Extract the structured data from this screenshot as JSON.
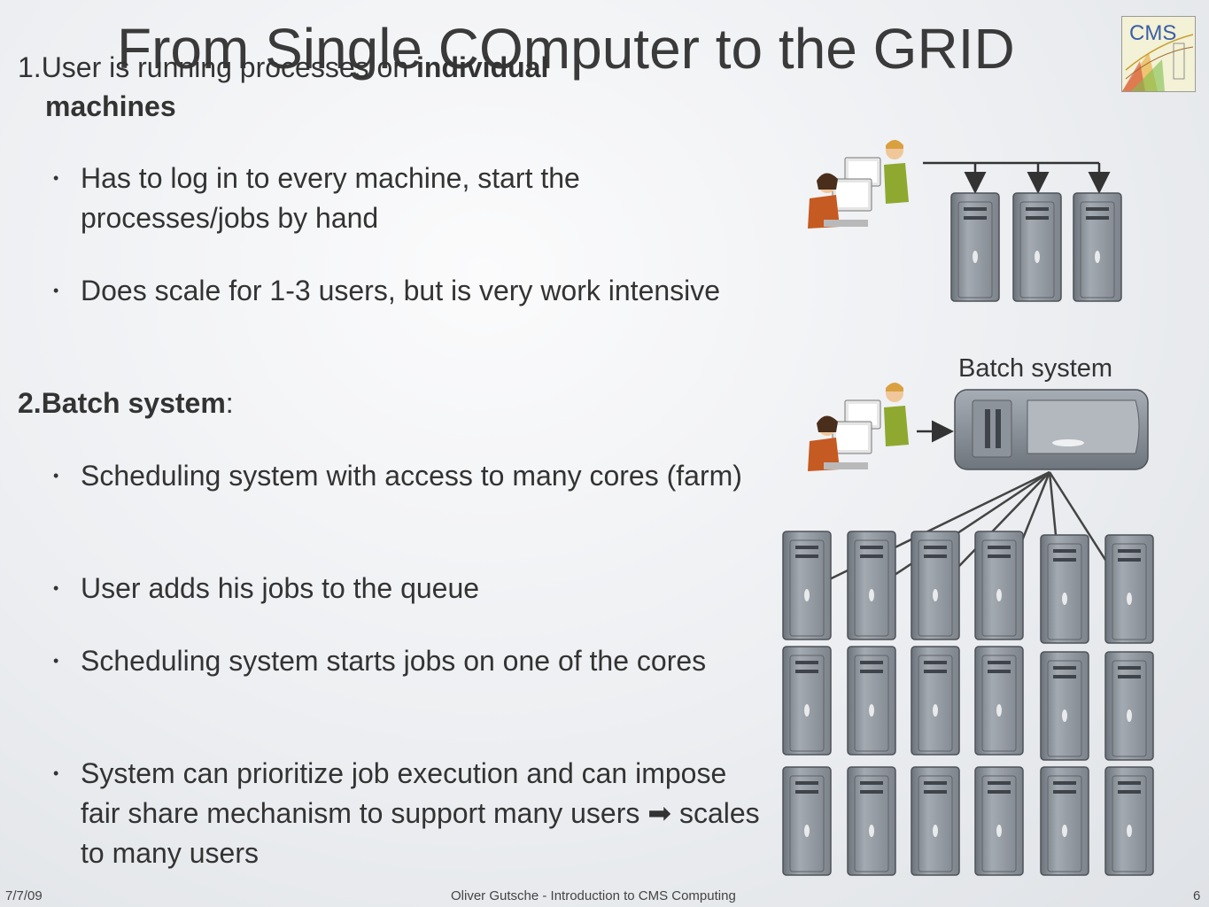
{
  "slide": {
    "title": "From Single COmputer to the GRID",
    "item1": {
      "num": "1.",
      "text_normal": "User is running processes on ",
      "text_bold": "individual",
      "text_bold_line2": "machines"
    },
    "item1_bullets": [
      "Has to log in to every machine, start the processes/jobs by hand",
      "Does scale for 1-3 users, but is very work intensive"
    ],
    "item2": {
      "num": "2.",
      "text_bold": "Batch system",
      "text_after": ":"
    },
    "item2_bullets": [
      "Scheduling system with access to many cores (farm)",
      "User adds his jobs to the queue",
      "Scheduling system starts jobs on one of the cores"
    ],
    "item2_last_bullet": {
      "before_arrow": "System can prioritize job execution and can impose fair share mechanism to support many users ",
      "arrow": "➡",
      "after_arrow": " scales to many users"
    },
    "batch_label": "Batch system",
    "logo_text": "CMS"
  },
  "footer": {
    "date": "7/7/09",
    "center": "Oliver Gutsche - Introduction to CMS Computing",
    "page": "6"
  },
  "colors": {
    "background": "#eceef1",
    "text": "#333333",
    "server_body": "#8e949b",
    "logo_blue": "#3a5fa8"
  },
  "icons": [
    "users-icon",
    "server-tower-icon",
    "batch-server-icon",
    "cms-logo",
    "arrow-icon"
  ]
}
